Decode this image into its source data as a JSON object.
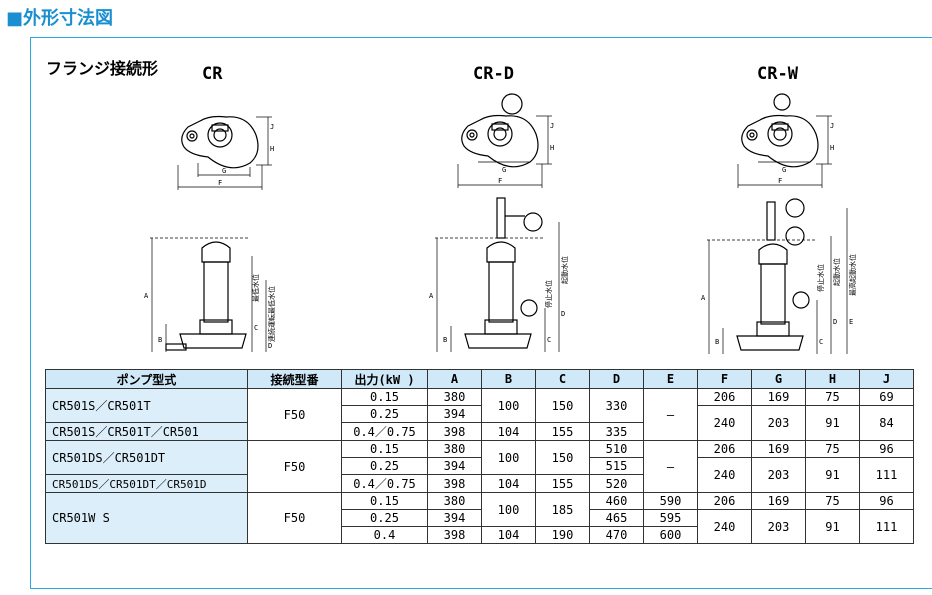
{
  "section_title": "■外形寸法図",
  "subtitle": "フランジ接続形",
  "models": {
    "cr": "CR",
    "crd": "CR-D",
    "crw": "CR-W"
  },
  "labels": {
    "min_water": "最低水位",
    "cont_min_water": "連続運転最低水位",
    "stop_water": "停止水位",
    "start_water": "起動水位",
    "max_start_water": "最高起動水位",
    "A": "A",
    "B": "B",
    "C": "C",
    "D": "D",
    "E": "E",
    "F": "F",
    "G": "G",
    "H": "H",
    "J": "J"
  },
  "table": {
    "headers": [
      "ポンプ型式",
      "接続型番",
      "出力(kW )",
      "A",
      "B",
      "C",
      "D",
      "E",
      "F",
      "G",
      "H",
      "J"
    ],
    "groups": [
      {
        "names": [
          "CR501S／CR501T",
          "CR501S／CR501T／CR501"
        ],
        "conn": "F50",
        "outputs": [
          "0.15",
          "0.25",
          "0.4／0.75"
        ],
        "A": [
          "380",
          "394",
          "398"
        ],
        "B": [
          "100",
          "104"
        ],
        "C": [
          "150",
          "155"
        ],
        "D": [
          "330",
          "335"
        ],
        "E": "—",
        "F": [
          "206",
          "240"
        ],
        "G": [
          "169",
          "203"
        ],
        "H": [
          "75",
          "91"
        ],
        "J": [
          "69",
          "84"
        ]
      },
      {
        "names": [
          "CR501DS／CR501DT",
          "CR501DS／CR501DT／CR501D"
        ],
        "conn": "F50",
        "outputs": [
          "0.15",
          "0.25",
          "0.4／0.75"
        ],
        "A": [
          "380",
          "394",
          "398"
        ],
        "B": [
          "100",
          "104"
        ],
        "C": [
          "150",
          "155"
        ],
        "D": [
          "510",
          "515",
          "520"
        ],
        "E": "—",
        "F": [
          "206",
          "240"
        ],
        "G": [
          "169",
          "203"
        ],
        "H": [
          "75",
          "91"
        ],
        "J": [
          "96",
          "111"
        ]
      },
      {
        "names": [
          "CR501W S"
        ],
        "conn": "F50",
        "outputs": [
          "0.15",
          "0.25",
          "0.4"
        ],
        "A": [
          "380",
          "394",
          "398"
        ],
        "B": [
          "100",
          "104"
        ],
        "C": [
          "185",
          "190"
        ],
        "D": [
          "460",
          "465",
          "470"
        ],
        "E": [
          "590",
          "595",
          "600"
        ],
        "F": [
          "206",
          "240"
        ],
        "G": [
          "169",
          "203"
        ],
        "H": [
          "75",
          "91"
        ],
        "J": [
          "96",
          "111"
        ]
      }
    ]
  }
}
